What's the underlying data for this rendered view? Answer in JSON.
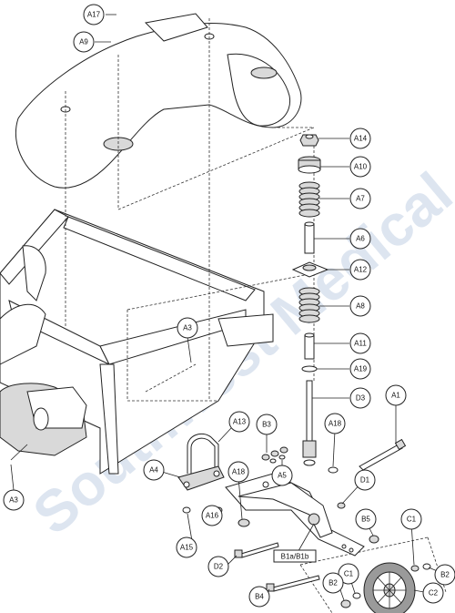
{
  "callouts": [
    {
      "id": "A17",
      "label": "A17"
    },
    {
      "id": "A9",
      "label": "A9"
    },
    {
      "id": "A14",
      "label": "A14"
    },
    {
      "id": "A10",
      "label": "A10"
    },
    {
      "id": "A7",
      "label": "A7"
    },
    {
      "id": "A6",
      "label": "A6"
    },
    {
      "id": "A12",
      "label": "A12"
    },
    {
      "id": "A8",
      "label": "A8"
    },
    {
      "id": "A11",
      "label": "A11"
    },
    {
      "id": "A19",
      "label": "A19"
    },
    {
      "id": "D3",
      "label": "D3"
    },
    {
      "id": "A1",
      "label": "A1"
    },
    {
      "id": "A3a",
      "label": "A3"
    },
    {
      "id": "A3b",
      "label": "A3"
    },
    {
      "id": "A13",
      "label": "A13"
    },
    {
      "id": "B3",
      "label": "B3"
    },
    {
      "id": "A18a",
      "label": "A18"
    },
    {
      "id": "A5",
      "label": "A5"
    },
    {
      "id": "A4",
      "label": "A4"
    },
    {
      "id": "A18b",
      "label": "A18"
    },
    {
      "id": "D1",
      "label": "D1"
    },
    {
      "id": "A16",
      "label": "A16"
    },
    {
      "id": "B5",
      "label": "B5"
    },
    {
      "id": "C1a",
      "label": "C1"
    },
    {
      "id": "A15",
      "label": "A15"
    },
    {
      "id": "D2",
      "label": "D2"
    },
    {
      "id": "B2a",
      "label": "B2"
    },
    {
      "id": "C1b",
      "label": "C1"
    },
    {
      "id": "B2b",
      "label": "B2"
    },
    {
      "id": "C2",
      "label": "C2"
    },
    {
      "id": "B4",
      "label": "B4"
    }
  ],
  "assembly_label": "B1a/B1b",
  "watermark": "Southwest Medical",
  "colors": {
    "line": "#222222",
    "watermark": "#9fb7d6"
  }
}
